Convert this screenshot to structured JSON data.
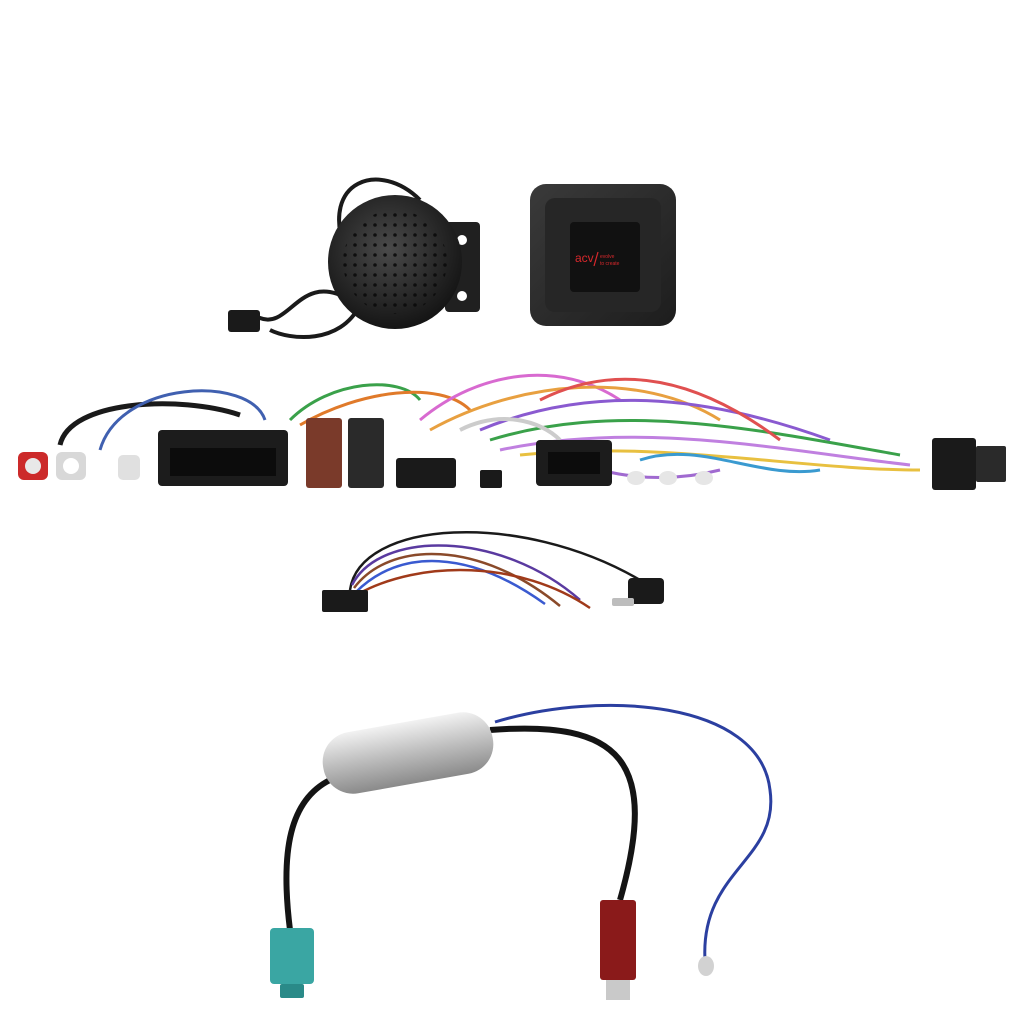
{
  "logo": {
    "brand": "acv",
    "tagline_1": "evolve",
    "tagline_2": "to create"
  },
  "colors": {
    "background": "#ffffff",
    "module_body": "#2b2b2b",
    "accent_red": "#d8282c",
    "speaker": "#2a2a2a",
    "fakra_connector": "#3aa6a3",
    "antenna_blue_wire": "#2b3fa0",
    "amplifier_tube": "#c8c8c8"
  },
  "components": [
    {
      "name": "speaker",
      "icon": "round-speaker-with-bracket"
    },
    {
      "name": "interface-module",
      "icon": "square-control-box"
    },
    {
      "name": "main-wiring-harness",
      "icon": "multi-wire-loom"
    },
    {
      "name": "patch-lead",
      "icon": "jack-cable"
    },
    {
      "name": "antenna-adapter",
      "icon": "fakra-din-adapter"
    }
  ]
}
